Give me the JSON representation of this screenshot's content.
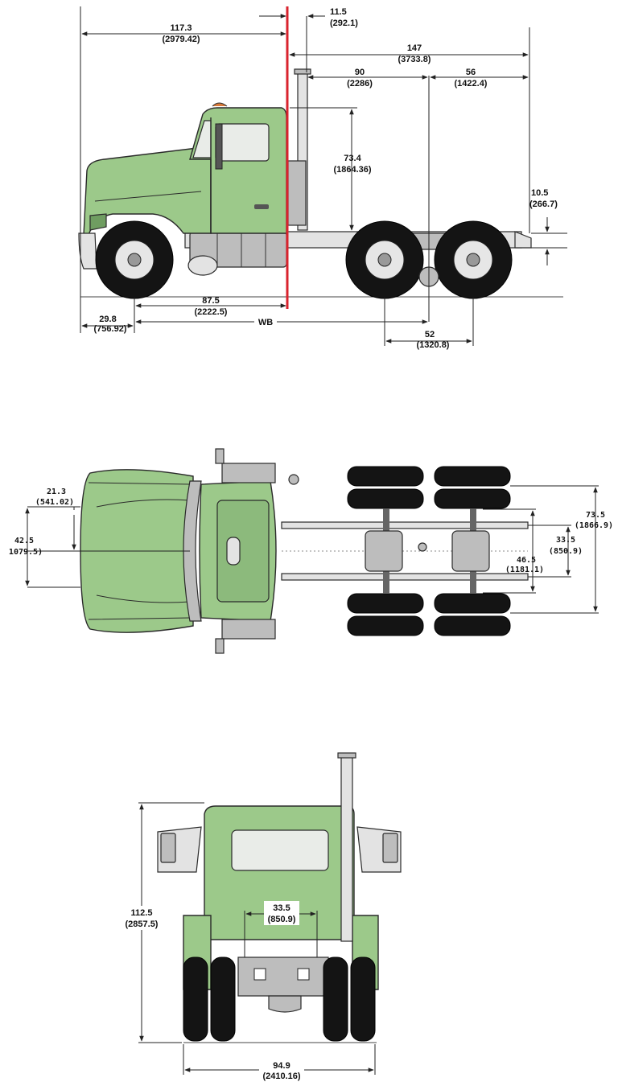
{
  "side_view": {
    "dim_front_to_cab_back": {
      "in": "117.3",
      "mm": "(2979.42)"
    },
    "dim_cab_to_stack": {
      "in": "11.5",
      "mm": "(292.1)"
    },
    "dim_cab_to_frame_end": {
      "in": "147",
      "mm": "(3733.8)"
    },
    "dim_cab_to_axle_center": {
      "in": "90",
      "mm": "(2286)"
    },
    "dim_axle_center_to_frame_end": {
      "in": "56",
      "mm": "(1422.4)"
    },
    "dim_cab_height_above_frame": {
      "in": "73.4",
      "mm": "(1864.36)"
    },
    "dim_frame_height": {
      "in": "10.5",
      "mm": "(266.7)"
    },
    "dim_bumper_to_front_axle": {
      "in": "29.8",
      "mm": "(756.92)"
    },
    "dim_front_axle_to_cab": {
      "in": "87.5",
      "mm": "(2222.5)"
    },
    "wheelbase_label": "WB",
    "dim_tandem_spread": {
      "in": "52",
      "mm": "(1320.8)"
    }
  },
  "top_view": {
    "dim_hood_half": {
      "in": "21.3",
      "mm": "(541.02)"
    },
    "dim_hood_width": {
      "in": "42.5",
      "mm": "1079.5)"
    },
    "dim_overall_width": {
      "in": "73.5",
      "mm": "(1866.9)"
    },
    "dim_frame_width": {
      "in": "33.5",
      "mm": "(850.9)"
    },
    "dim_axle_track": {
      "in": "46.5",
      "mm": "(1181.1)"
    }
  },
  "rear_view": {
    "dim_overall_height": {
      "in": "112.5",
      "mm": "(2857.5)"
    },
    "dim_frame_width": {
      "in": "33.5",
      "mm": "(850.9)"
    },
    "dim_overall_width": {
      "in": "94.9",
      "mm": "(2410.16)"
    }
  },
  "colors": {
    "body": "#9cc98a",
    "cab_marker_line": "#d9232e",
    "tire": "#141414"
  }
}
